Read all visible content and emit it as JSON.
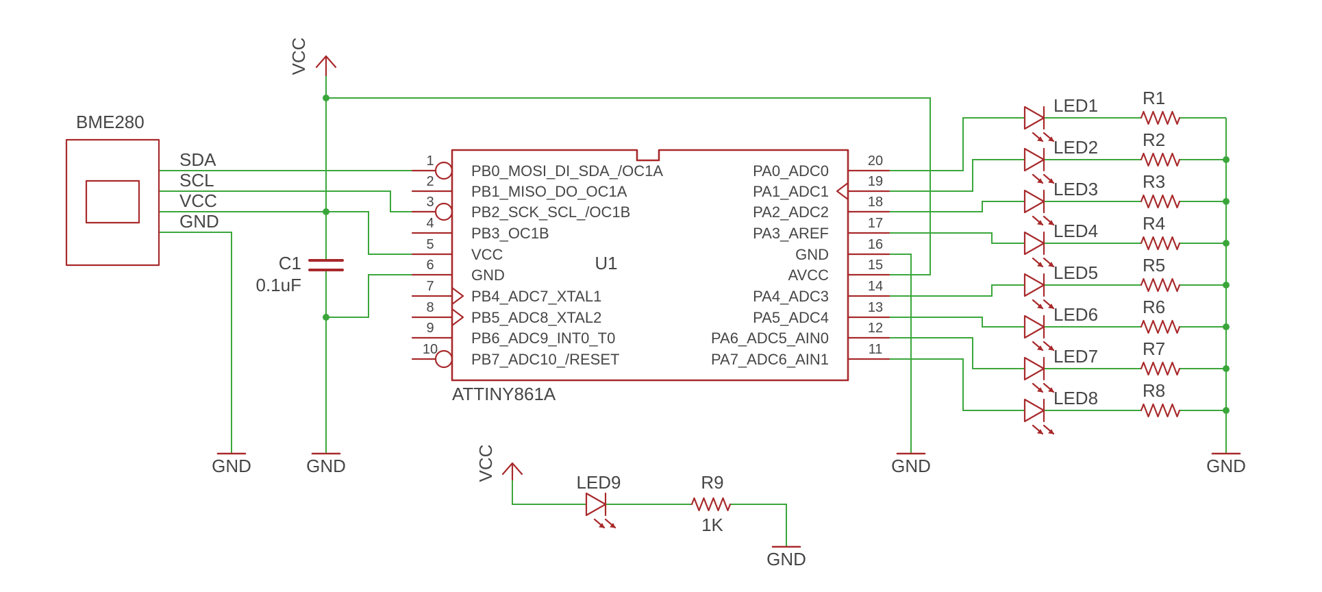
{
  "colors": {
    "wire": "#3aa63a",
    "part": "#a8292b",
    "text": "#464646",
    "junction": "#3aa63a"
  },
  "sensor": {
    "name": "BME280",
    "pins": [
      "SDA",
      "SCL",
      "VCC",
      "GND"
    ]
  },
  "supply": {
    "vcc": "VCC",
    "gnd": "GND"
  },
  "capacitor": {
    "name": "C1",
    "value": "0.1uF"
  },
  "mcu": {
    "name": "U1",
    "part": "ATTINY861A",
    "left_pins": [
      {
        "num": "1",
        "name": "PB0_MOSI_DI_SDA_/OC1A"
      },
      {
        "num": "2",
        "name": "PB1_MISO_DO_OC1A"
      },
      {
        "num": "3",
        "name": "PB2_SCK_SCL_/OC1B"
      },
      {
        "num": "4",
        "name": "PB3_OC1B"
      },
      {
        "num": "5",
        "name": "VCC"
      },
      {
        "num": "6",
        "name": "GND"
      },
      {
        "num": "7",
        "name": "PB4_ADC7_XTAL1"
      },
      {
        "num": "8",
        "name": "PB5_ADC8_XTAL2"
      },
      {
        "num": "9",
        "name": "PB6_ADC9_INT0_T0"
      },
      {
        "num": "10",
        "name": "PB7_ADC10_/RESET"
      }
    ],
    "right_pins": [
      {
        "num": "20",
        "name": "PA0_ADC0"
      },
      {
        "num": "19",
        "name": "PA1_ADC1"
      },
      {
        "num": "18",
        "name": "PA2_ADC2"
      },
      {
        "num": "17",
        "name": "PA3_AREF"
      },
      {
        "num": "16",
        "name": "GND"
      },
      {
        "num": "15",
        "name": "AVCC"
      },
      {
        "num": "14",
        "name": "PA4_ADC3"
      },
      {
        "num": "13",
        "name": "PA5_ADC4"
      },
      {
        "num": "12",
        "name": "PA6_ADC5_AIN0"
      },
      {
        "num": "11",
        "name": "PA7_ADC6_AIN1"
      }
    ]
  },
  "leds": [
    "LED1",
    "LED2",
    "LED3",
    "LED4",
    "LED5",
    "LED6",
    "LED7",
    "LED8"
  ],
  "resistors": [
    "R1",
    "R2",
    "R3",
    "R4",
    "R5",
    "R6",
    "R7",
    "R8"
  ],
  "indicator": {
    "led": "LED9",
    "resistor": "R9",
    "value": "1K"
  }
}
